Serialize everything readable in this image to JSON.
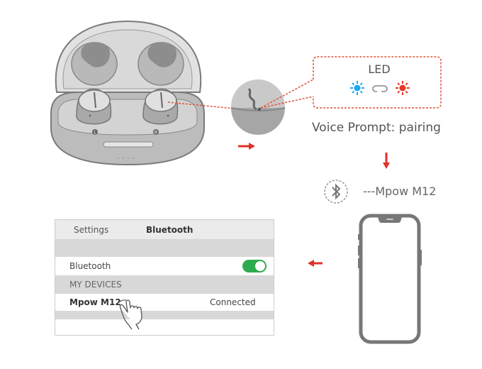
{
  "led_callout": {
    "title": "LED",
    "flash_colors": {
      "blue": "#1ea7f0",
      "red": "#e53a2a"
    },
    "icon": "alternate-flash-icon"
  },
  "voice_prompt": "Voice Prompt: pairing",
  "bluetooth_device": {
    "icon": "bluetooth-icon",
    "label": "---Mpow M12"
  },
  "settings_screen": {
    "header": {
      "back_label": "Settings",
      "title": "Bluetooth"
    },
    "bluetooth_row": {
      "label": "Bluetooth",
      "toggle_on": true,
      "toggle_color": "#2eab4e"
    },
    "section_header": "MY DEVICES",
    "device_row": {
      "name": "Mpow M12",
      "status": "Connected"
    }
  },
  "colors": {
    "accent_red": "#e0302a",
    "line_gray": "#777777"
  }
}
